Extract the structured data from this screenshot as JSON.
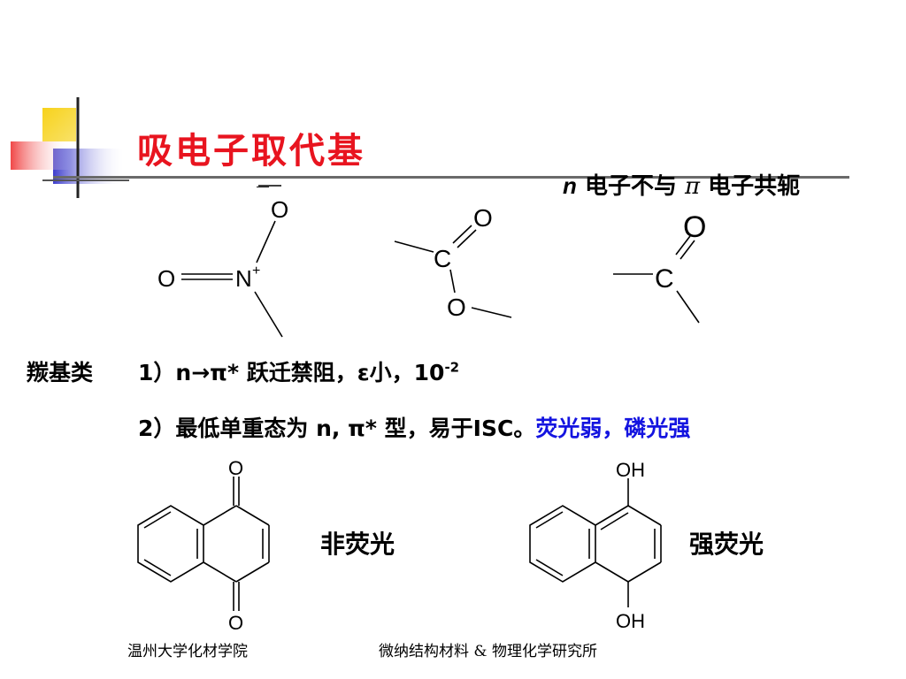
{
  "slide": {
    "title": "吸电子取代基",
    "note": {
      "n": "n",
      "text1": " 电子不与 ",
      "pi": "π",
      "text2": " 电子共轭"
    },
    "structures_top": {
      "nitro": {
        "O_top": "O",
        "O_left": "O",
        "N": "N",
        "charge": "+",
        "minus": "—"
      },
      "ester": {
        "O_dbl": "O",
        "C": "C",
        "O_single": "O"
      },
      "ketone": {
        "O_dbl": "O",
        "C": "C"
      }
    },
    "carbonyl": {
      "category": "羰基类",
      "item1": {
        "prefix": "1）n",
        "arrow": "→",
        "pi": "π",
        "star_text": "* 跃迁禁阻，",
        "eps": "ε",
        "small_text": "小，10",
        "exponent": "-2"
      },
      "item2": {
        "prefix": "2）最低单重态为 n, ",
        "pi": "π",
        "rest": "* 型，易于ISC。",
        "highlight": "荧光弱，磷光强"
      }
    },
    "bottom": {
      "quinone": {
        "O_top": "O",
        "O_bottom": "O",
        "label": "非荧光"
      },
      "diol": {
        "OH_top": "OH",
        "OH_bottom": "OH",
        "label": "强荧光"
      }
    },
    "footer": {
      "left": "温州大学化材学院",
      "right": "微纳结构材料 & 物理化学研究所"
    },
    "colors": {
      "title": "#e8141f",
      "highlight": "#1414e0",
      "corner_yellow": "#f7d21b",
      "corner_blue": "#3d3dcc",
      "corner_red": "#f04848"
    }
  }
}
